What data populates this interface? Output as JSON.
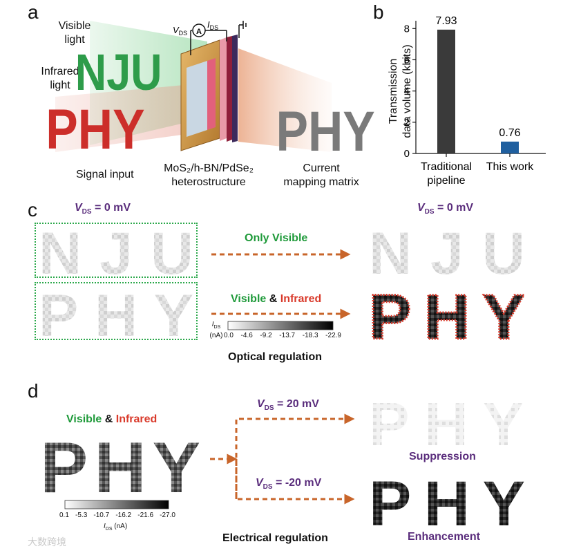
{
  "panels": {
    "a": {
      "letter": "a",
      "visible_light": [
        "Visible",
        "light"
      ],
      "infrared_light": [
        "Infrared",
        "light"
      ],
      "input_word_visible": "NJU",
      "input_word_infrared": "PHY",
      "output_word": "PHY",
      "label_vds": "V",
      "label_vds_sub": "DS",
      "label_ids": "I",
      "label_ids_sub": "DS",
      "ammeter": "A",
      "signal_input": "Signal input",
      "device_line1": "MoS₂/h-BN/PdSe₂",
      "device_line2": "heterostructure",
      "output_line1": "Current",
      "output_line2": "mapping matrix"
    },
    "b": {
      "letter": "b",
      "ylabel_line1": "Transmission",
      "ylabel_line2": "data volume (kbits)"
    },
    "c": {
      "letter": "c",
      "vds_left": "V",
      "vds_left_sub": "DS",
      "vds_left_val": " = 0 mV",
      "vds_right": "V",
      "vds_right_sub": "DS",
      "vds_right_val": " = 0 mV",
      "only_visible": "Only Visible",
      "visible_word": "Visible",
      "amp": " & ",
      "infrared_word": "Infrared",
      "word_top": "NJU",
      "word_bottom": "PHY",
      "colorbar_label": "I",
      "colorbar_label_sub": "DS",
      "colorbar_unit": "(nA)",
      "colorbar_ticks": [
        "0.0",
        "-4.6",
        "-9.2",
        "-13.7",
        "-18.3",
        "-22.9"
      ],
      "caption": "Optical regulation"
    },
    "d": {
      "letter": "d",
      "visible_word": "Visible",
      "amp": " & ",
      "infrared_word": "Infrared",
      "word": "PHY",
      "vds_pos": "V",
      "vds_pos_sub": "DS",
      "vds_pos_val": " = 20 mV",
      "vds_neg": "V",
      "vds_neg_sub": "DS",
      "vds_neg_val": " = -20 mV",
      "suppression": "Suppression",
      "enhancement": "Enhancement",
      "colorbar_ticks": [
        "0.1",
        "-5.3",
        "-10.7",
        "-16.2",
        "-21.6",
        "-27.0"
      ],
      "colorbar_label": "I",
      "colorbar_label_sub": "DS",
      "colorbar_unit": " (nA)",
      "caption": "Electrical regulation"
    },
    "watermark": "大数跨境"
  },
  "chart_data": {
    "type": "bar",
    "categories": [
      [
        "Traditional",
        "pipeline"
      ],
      [
        "This work"
      ]
    ],
    "values": [
      7.93,
      0.76
    ],
    "value_labels": [
      "7.93",
      "0.76"
    ],
    "ylim": [
      0,
      8.5
    ],
    "yticks": [
      0,
      2,
      4,
      6,
      8
    ],
    "colors": [
      "#3a3a3a",
      "#1f5f9f"
    ],
    "ylabel": "Transmission data volume (kbits)"
  }
}
